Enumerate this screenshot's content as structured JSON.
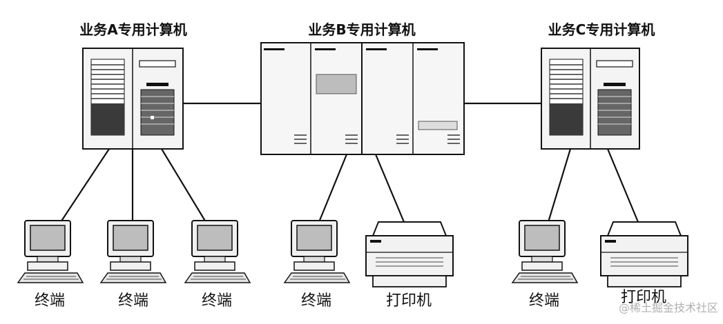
{
  "titles": {
    "a": "业务A专用计算机",
    "b": "业务B专用计算机",
    "c": "业务C专用计算机"
  },
  "device_labels": {
    "terminal": "终端",
    "printer": "打印机"
  },
  "watermark": "@稀土掘金技术社区",
  "colors": {
    "ink": "#111111",
    "panel": "#f4f4f4",
    "dark_panel": "#3a3a3a",
    "screen": "#bdbdbd",
    "watermark": "#b0b0b0"
  }
}
